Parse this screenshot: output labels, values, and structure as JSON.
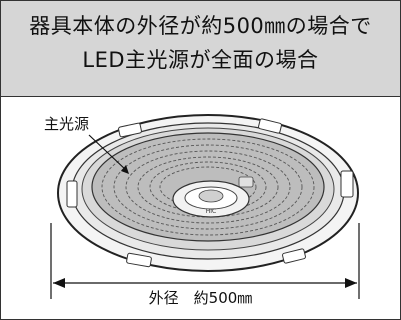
{
  "header": {
    "line1": "器具本体の外径が約500㎜の場合で",
    "line2": "LED主光源が全面の場合"
  },
  "diagram": {
    "callout_label": "主光源",
    "dimension_label": "外径　約500㎜",
    "center_mark": "HIC"
  },
  "colors": {
    "header_bg": "#d6d6d6",
    "light_source": "#bdbdbd",
    "outline": "#222222"
  }
}
